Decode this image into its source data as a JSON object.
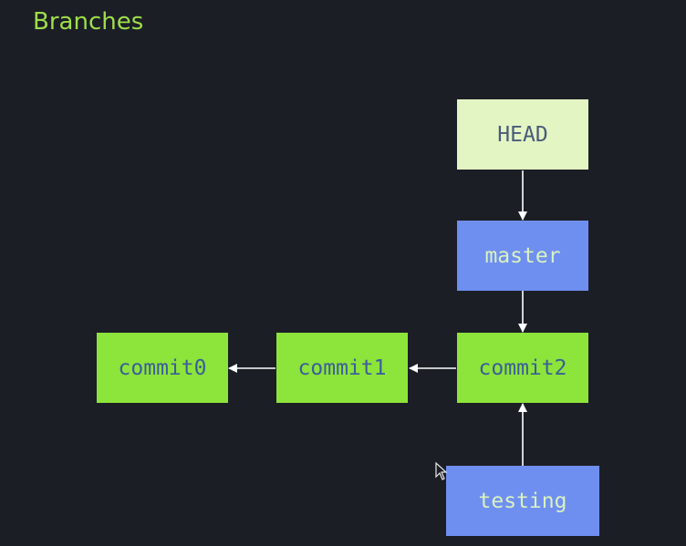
{
  "slide": {
    "title": "Branches"
  },
  "diagram": {
    "nodes": {
      "head": "HEAD",
      "master": "master",
      "commit0": "commit0",
      "commit1": "commit1",
      "commit2": "commit2",
      "testing": "testing"
    },
    "edges": [
      {
        "from": "head",
        "to": "master"
      },
      {
        "from": "master",
        "to": "commit2"
      },
      {
        "from": "testing",
        "to": "commit2"
      },
      {
        "from": "commit2",
        "to": "commit1"
      },
      {
        "from": "commit1",
        "to": "commit0"
      }
    ],
    "colors": {
      "background": "#1c1e26",
      "title": "#9ede4a",
      "head_fill": "#e3f5c3",
      "branch_fill": "#6f8ff0",
      "commit_fill": "#8de43a",
      "arrow": "#ffffff"
    }
  }
}
